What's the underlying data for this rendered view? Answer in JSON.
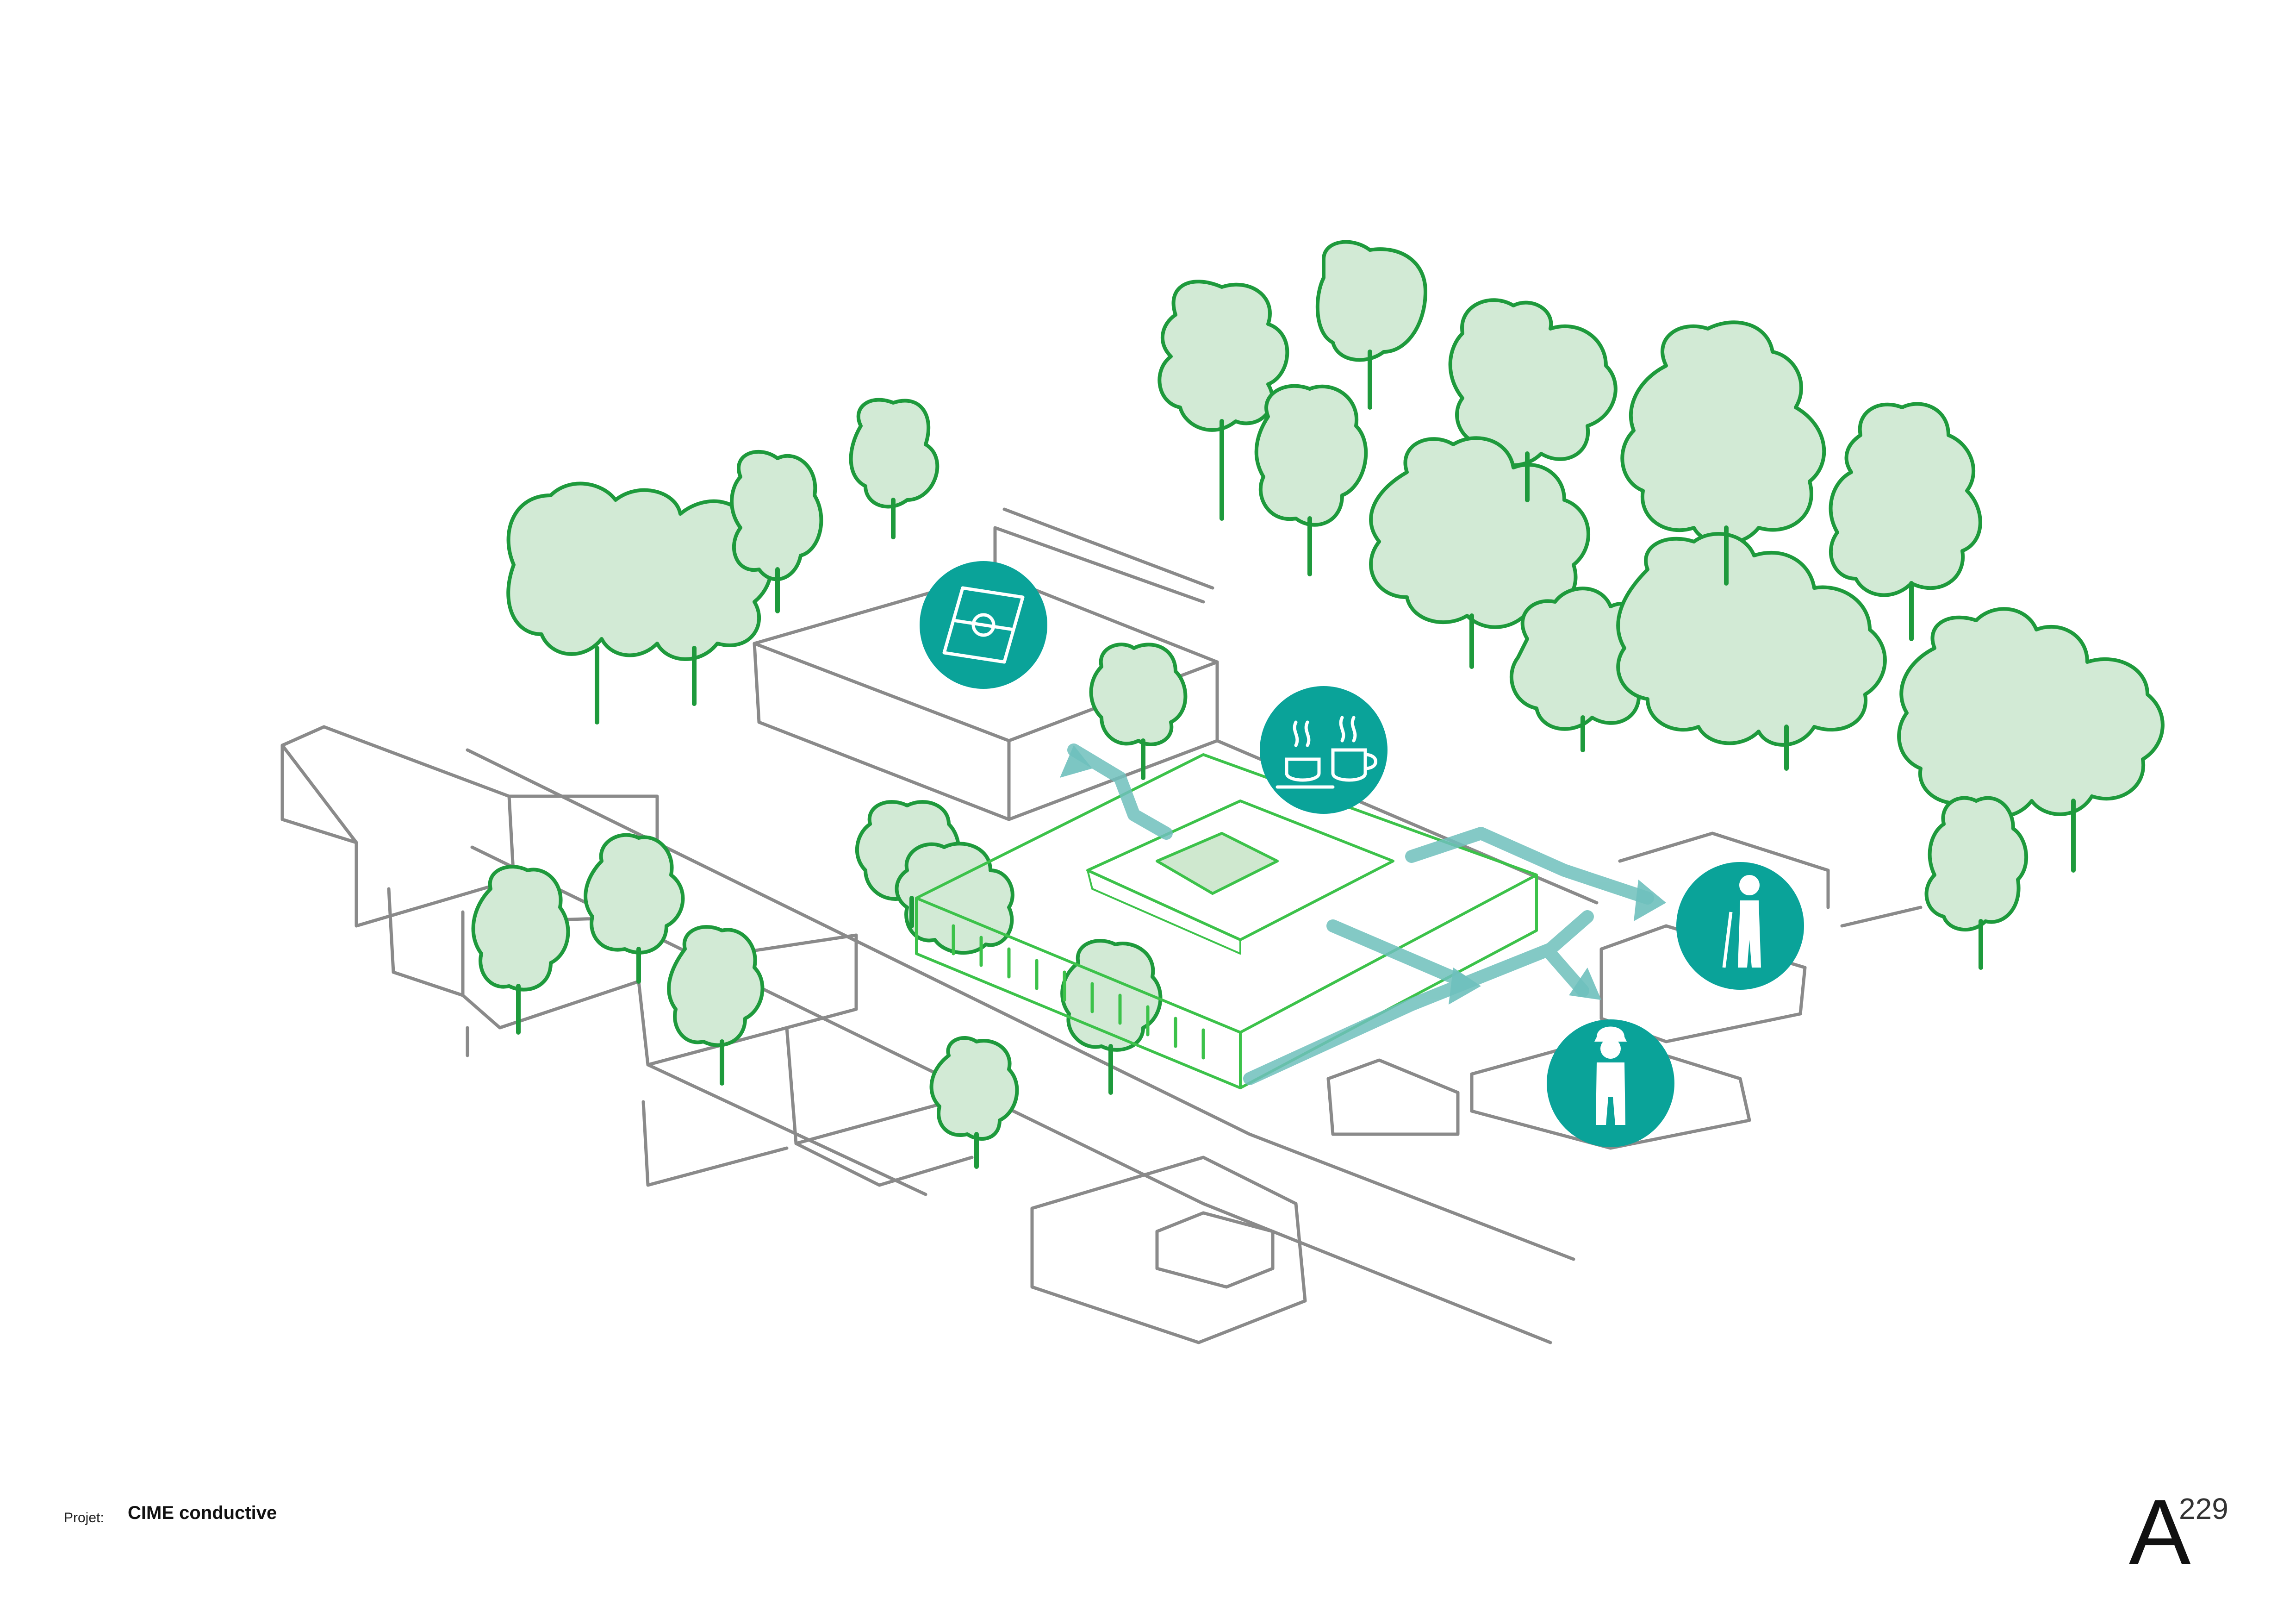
{
  "footer": {
    "project_label": "Projet:",
    "project_name": "CIME conductive"
  },
  "page": {
    "letter": "A",
    "number": "229"
  },
  "colors": {
    "tree_fill": "#d2ead5",
    "tree_stroke": "#1e9a3c",
    "building_green": "#3cc24a",
    "icon_teal": "#0aa399",
    "arrow_teal": "#6ec0bc",
    "sketch_gray": "#8a8a8a"
  },
  "icons": [
    {
      "name": "soccer-field-icon"
    },
    {
      "name": "coffee-cups-icon"
    },
    {
      "name": "elderly-person-icon"
    },
    {
      "name": "worker-person-icon"
    }
  ]
}
